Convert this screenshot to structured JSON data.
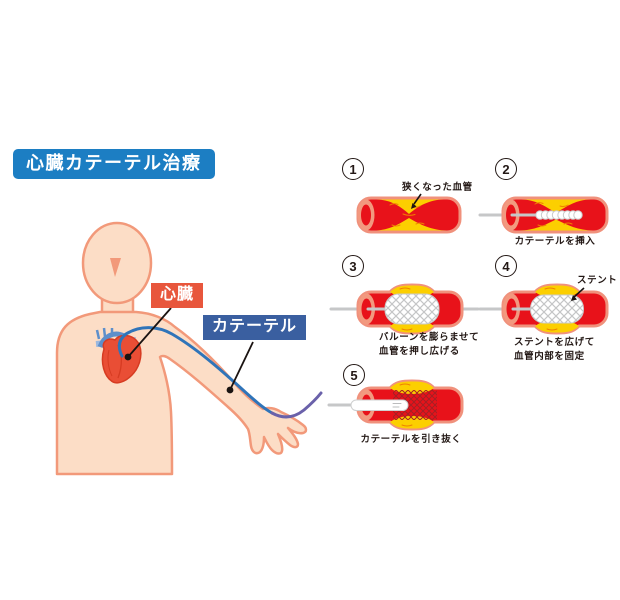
{
  "title": "心臓カテーテル治療",
  "figure": {
    "heart_label": "心臓",
    "catheter_label": "カテーテル"
  },
  "steps": [
    {
      "number": "1",
      "annotation": "狭くなった血管"
    },
    {
      "number": "2",
      "caption": "カテーテルを挿入"
    },
    {
      "number": "3",
      "caption_line1": "バルーンを膨らませて",
      "caption_line2": "血管を押し広げる"
    },
    {
      "number": "4",
      "annotation": "ステント",
      "caption_line1": "ステントを広げて",
      "caption_line2": "血管内部を固定"
    },
    {
      "number": "5",
      "caption": "カテーテルを引き抜く"
    }
  ],
  "colors": {
    "title_bg": "#1c7ec3",
    "heart_label_bg": "#e8563c",
    "catheter_label_bg": "#3a5fa0",
    "vessel_red": "#e8121a",
    "vessel_wall_salmon": "#f0917c",
    "plaque_yellow": "#fccf00",
    "plaque_marks_orange": "#ef8200",
    "skin": "#fcddc6",
    "skin_outline": "#f2997a",
    "catheter_blue": "#2f74b9",
    "catheter_purple": "#6a61aa",
    "guide_wire_gray": "#c6c7c8",
    "balloon_mesh_gray": "#c4c5c6",
    "stent_mesh_dark_red": "#a32025",
    "pointer_black": "#1a1311"
  }
}
